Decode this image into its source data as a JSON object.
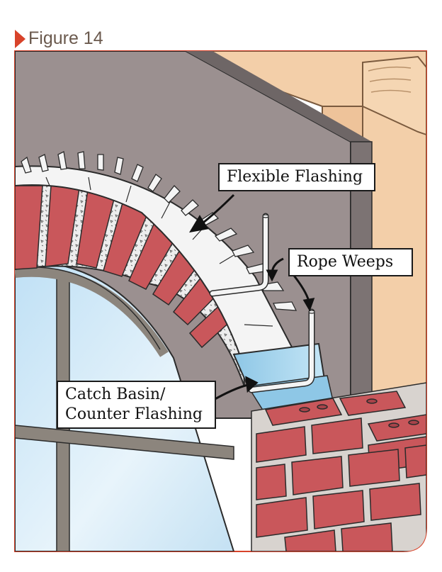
{
  "figure": {
    "title": "Figure 14",
    "callouts": {
      "flexible_flashing": "Flexible Flashing",
      "rope_weeps": "Rope Weeps",
      "catch_basin_line1": "Catch Basin/",
      "catch_basin_line2": "Counter Flashing"
    }
  },
  "colors": {
    "accent": "#d8432a",
    "wall_gray": "#9b9090",
    "wood": "#f3cfa9",
    "brick": "#c9575b",
    "flashing_white": "#f4f4f4",
    "catch_basin_blue": "#a9d6ee",
    "glass_blue": "#cfe7f6"
  }
}
